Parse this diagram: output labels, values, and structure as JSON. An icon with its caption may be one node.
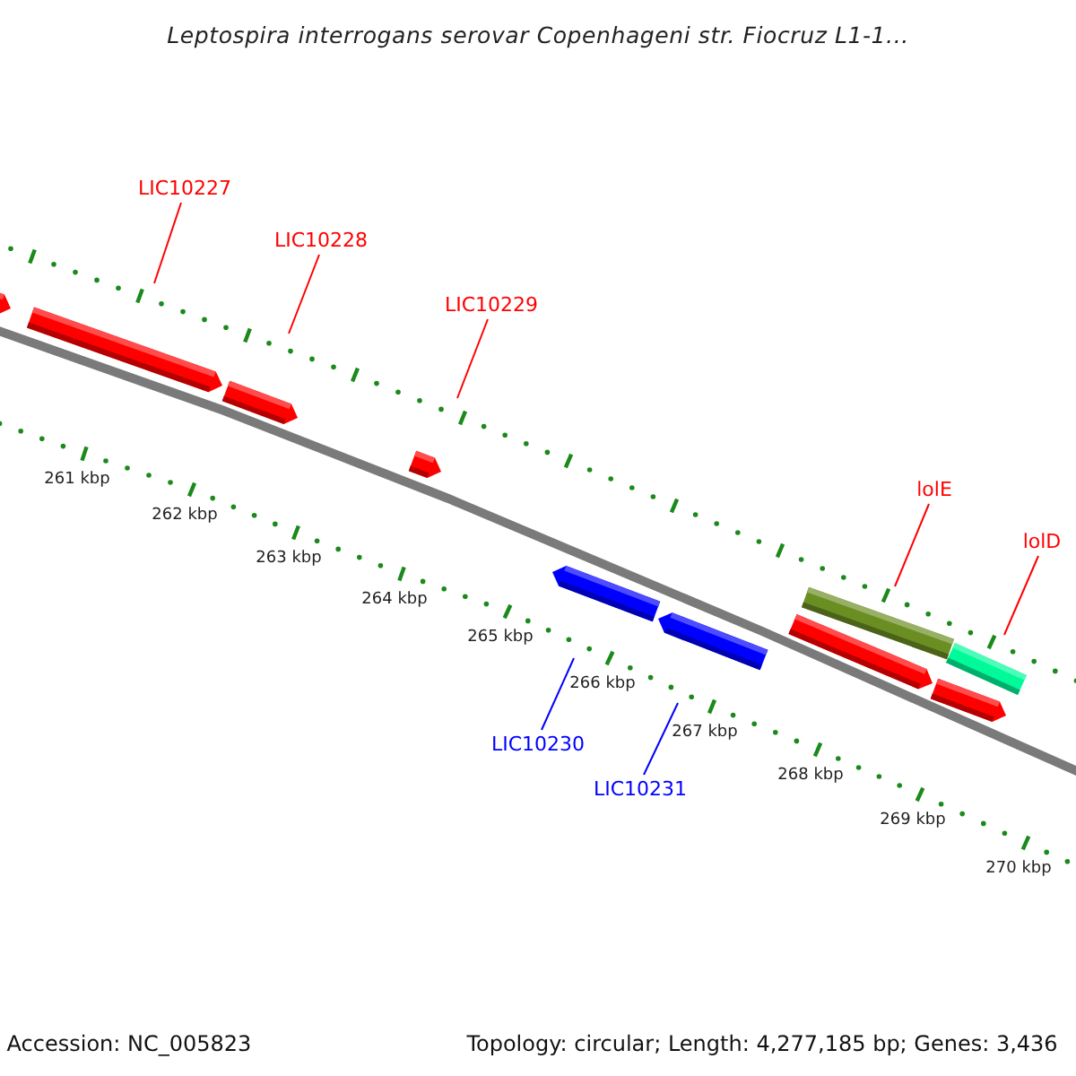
{
  "diagram": {
    "title": "Leptospira interrogans serovar Copenhageni str. Fiocruz L1-1...",
    "nodes": [
      {
        "text": [
          "LIC10227"
        ]
      },
      {
        "text": [
          "LIC10228"
        ]
      },
      {
        "text": [
          "LIC10229"
        ]
      },
      {
        "text": [
          "lolE"
        ]
      },
      {
        "text": [
          "lolD"
        ]
      },
      {
        "text": [
          "LIC10230"
        ]
      },
      {
        "text": [
          "LIC10231"
        ]
      }
    ],
    "edges": [
      {
        "from": 0,
        "to": null,
        "arrow": "none"
      },
      {
        "from": 1,
        "to": null,
        "arrow": "none"
      },
      {
        "from": 2,
        "to": null,
        "arrow": "none"
      },
      {
        "from": 3,
        "to": null,
        "arrow": "none"
      },
      {
        "from": 4,
        "to": null,
        "arrow": "none"
      },
      {
        "from": 5,
        "to": null,
        "arrow": "none",
        "color": "#0000ff"
      },
      {
        "from": 6,
        "to": null,
        "arrow": "none",
        "color": "#0000ff"
      }
    ],
    "labels": [
      "261 kbp",
      "262 kbp",
      "263 kbp",
      "264 kbp",
      "265 kbp",
      "266 kbp",
      "267 kbp",
      "268 kbp",
      "269 kbp",
      "270 kbp",
      "Accession: NC_005823",
      "Topology: circular; Length: 4,277,185 bp; Genes: 3,436"
    ]
  }
}
